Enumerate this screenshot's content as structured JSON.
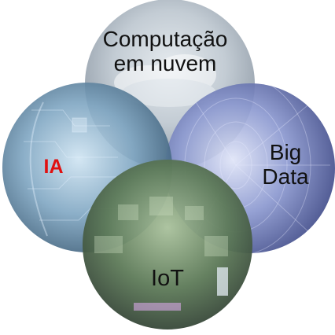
{
  "diagram": {
    "circles": [
      {
        "id": "cloud",
        "label": "Computação\nem nuvem",
        "theme": "cloud sky",
        "color": "#b9c3cc"
      },
      {
        "id": "ia",
        "label": "IA",
        "theme": "circuit head",
        "color": "#8fb7cf"
      },
      {
        "id": "bigdata",
        "label": "Big\nData",
        "theme": "data tunnel",
        "color": "#a9b6e6"
      },
      {
        "id": "iot",
        "label": "IoT",
        "theme": "smart city",
        "color": "#6f8f6a"
      }
    ],
    "label_colors": {
      "default": "#111111",
      "ia": "#e01010"
    }
  }
}
